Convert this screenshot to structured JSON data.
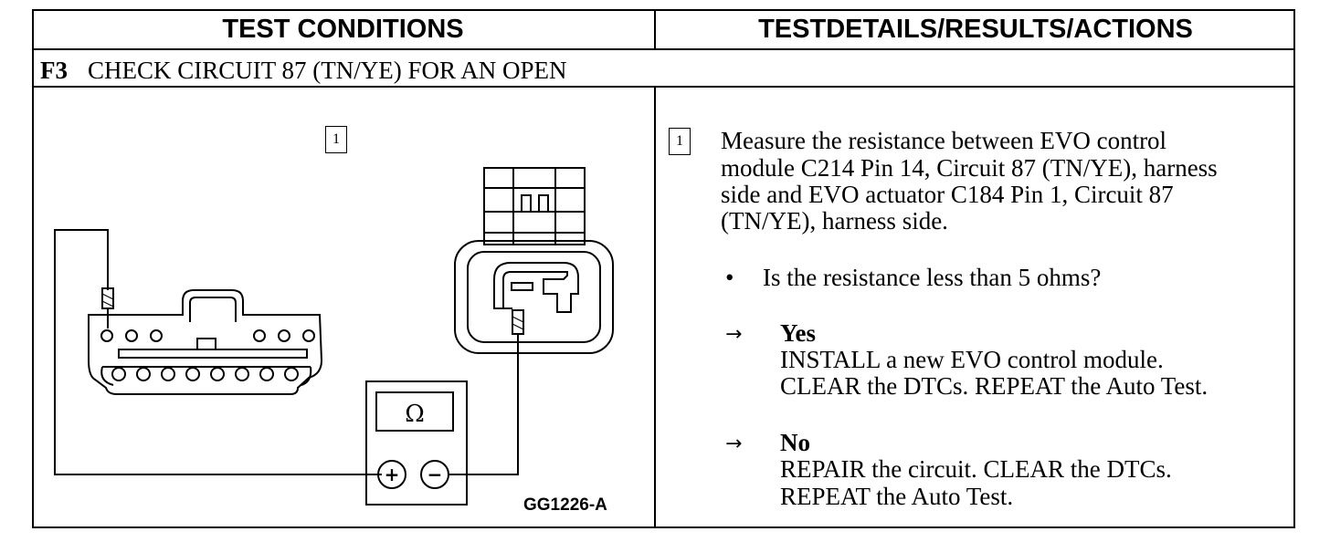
{
  "table": {
    "header_left": "TEST CONDITIONS",
    "header_right": "TESTDETAILS/RESULTS/ACTIONS",
    "section_code": "F3",
    "section_title": "CHECK CIRCUIT 87 (TN/YE) FOR AN OPEN"
  },
  "diagram": {
    "step_label": "1",
    "meter_symbol": "Ω",
    "plus_symbol": "+",
    "minus_symbol": "−",
    "figure_id": "GG1226-A"
  },
  "details": {
    "step_label": "1",
    "instruction_lines": [
      "Measure the resistance between EVO control",
      "module C214 Pin 14, Circuit 87 (TN/YE), harness",
      "side and EVO actuator C184 Pin 1, Circuit 87",
      "(TN/YE), harness side."
    ],
    "bullet": "•",
    "question": "Is the resistance less than 5 ohms?",
    "arrow": "→",
    "yes_label": "Yes",
    "yes_action_1": "INSTALL a new EVO control module.",
    "yes_action_2": "CLEAR the DTCs. REPEAT the Auto Test.",
    "no_label": "No",
    "no_action_1": "REPAIR the circuit. CLEAR the DTCs.",
    "no_action_2": "REPEAT the Auto Test."
  }
}
